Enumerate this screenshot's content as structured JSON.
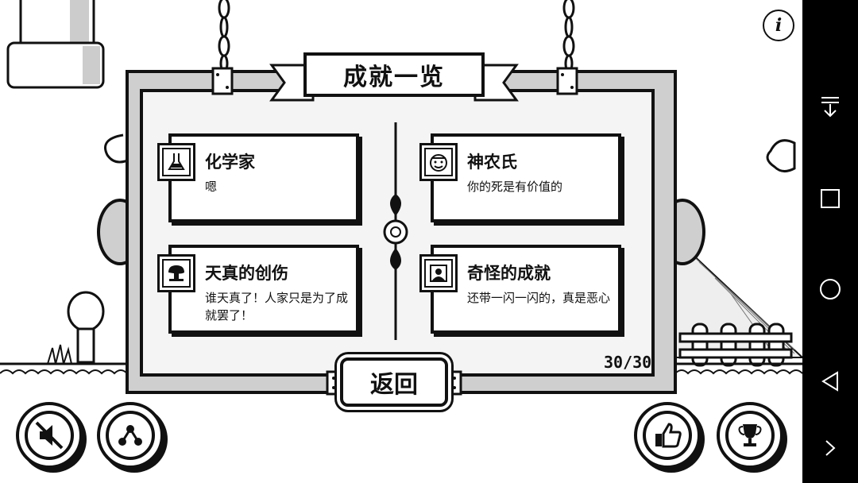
{
  "title": "成就一览",
  "achievements": [
    {
      "name": "化学家",
      "desc": "嗯",
      "icon": "flask-icon"
    },
    {
      "name": "神农氏",
      "desc": "你的死是有价值的",
      "icon": "smiley-face-icon"
    },
    {
      "name": "天真的创伤",
      "desc": "谁天真了！人家只是为了成就罢了！",
      "icon": "mushroom-cloud-icon"
    },
    {
      "name": "奇怪的成就",
      "desc": "还带一闪一闪的，真是恶心",
      "icon": "portrait-icon"
    }
  ],
  "counter": "30/30",
  "back_label": "返回",
  "info_label": "i",
  "bottom_buttons": [
    "mute-icon",
    "share-icon",
    "thumbs-up-icon",
    "trophy-icon"
  ],
  "colors": {
    "ink": "#111111",
    "panel": "#cfcfcf",
    "inner": "#f4f4f4",
    "navbar": "#000000"
  }
}
